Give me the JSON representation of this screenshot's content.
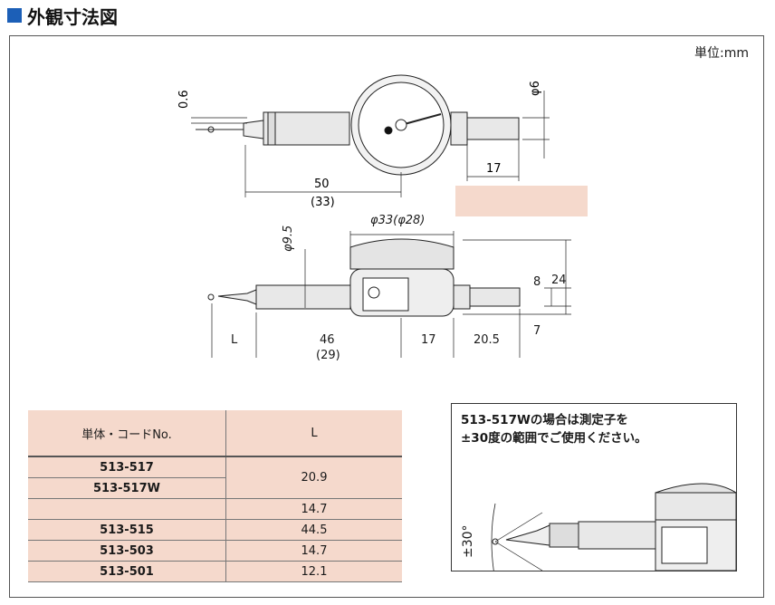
{
  "header": {
    "title": "外観寸法図"
  },
  "unit_label": "単位:mm",
  "top_view": {
    "dim_tip": "0.6",
    "dim_stem_dia": "φ6",
    "dim_stem_len": "17",
    "dim_length": "50",
    "dim_length_alt": "(33)"
  },
  "side_view": {
    "dim_face": "φ33(φ28)",
    "dim_body": "φ9.5",
    "dim_8": "8",
    "dim_24": "24",
    "dim_7": "7",
    "dim_L": "L",
    "dim_46": "46",
    "dim_46_alt": "(29)",
    "dim_17": "17",
    "dim_20_5": "20.5"
  },
  "table": {
    "col_code": "単体・コードNo.",
    "col_L": "L",
    "rows": [
      {
        "code": "513-517",
        "L": "20.9"
      },
      {
        "code": "513-517W",
        "L": ""
      },
      {
        "code": "",
        "L": "14.7"
      },
      {
        "code": "513-515",
        "L": "44.5"
      },
      {
        "code": "513-503",
        "L": "14.7"
      },
      {
        "code": "513-501",
        "L": "12.1"
      }
    ]
  },
  "note": {
    "line1": "513-517Wの場合は測定子を",
    "line2": "±30度の範囲でご使用ください。",
    "angle_label": "±30°"
  }
}
